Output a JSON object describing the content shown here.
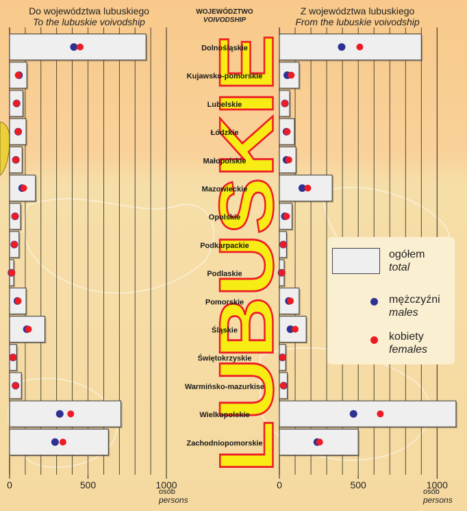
{
  "headers": {
    "left_pl": "Do województwa lubuskiego",
    "left_en": "To the lubuskie voivodship",
    "right_pl": "Z województwa lubuskiego",
    "right_en": "From the lubuskie voivodship",
    "middle_pl": "WOJEWÓDZTWO",
    "middle_en": "VOIVODSHIP"
  },
  "center_title": "LUBUSKIE",
  "unit": {
    "pl": "osób",
    "en": "persons"
  },
  "legend": {
    "total_pl": "ogółem",
    "total_en": "total",
    "males_pl": "mężczyźni",
    "males_en": "males",
    "females_pl": "kobiety",
    "females_en": "females"
  },
  "colors": {
    "males": "#2e3192",
    "females": "#ed1c24",
    "total_bar": "#efefef",
    "center_letters": "#f7ec13",
    "center_outline": "#ed1c24",
    "bg_top": "#f8c98a",
    "bg_bottom": "#f5d9a0"
  },
  "chart_data": [
    {
      "type": "bar",
      "title": "Do województwa lubuskiego / To the lubuskie voivodship",
      "xlabel": "osób / persons",
      "xlim": [
        0,
        1000
      ],
      "x_ticks": [
        0,
        500,
        1000
      ],
      "categories": [
        "Dolnośląskie",
        "Kujawsko-pomorskie",
        "Lubelskie",
        "Łódzkie",
        "Małopolskie",
        "Mazowieckie",
        "Opolskie",
        "Podkarpackie",
        "Podlaskie",
        "Pomorskie",
        "Śląskie",
        "Świętokrzyskie",
        "Warmińsko-mazurkise",
        "Wielkopolskie",
        "Zachodniopomorskie"
      ],
      "series": [
        {
          "name": "ogółem / total",
          "values": [
            870,
            110,
            85,
            105,
            80,
            165,
            70,
            60,
            25,
            105,
            225,
            45,
            75,
            710,
            630
          ]
        },
        {
          "name": "mężczyźni / males",
          "values": [
            410,
            60,
            45,
            55,
            40,
            80,
            35,
            30,
            12,
            50,
            110,
            22,
            38,
            320,
            290
          ]
        },
        {
          "name": "kobiety / females",
          "values": [
            450,
            55,
            45,
            55,
            40,
            90,
            35,
            30,
            14,
            55,
            120,
            23,
            38,
            390,
            340
          ]
        }
      ]
    },
    {
      "type": "bar",
      "title": "Z województwa lubuskiego / From the lubuskie voivodship",
      "xlabel": "osób / persons",
      "xlim": [
        0,
        1000
      ],
      "x_ticks": [
        0,
        500,
        1000
      ],
      "categories": [
        "Dolnośląskie",
        "Kujawsko-pomorskie",
        "Lubelskie",
        "Łódzkie",
        "Małopolskie",
        "Mazowieckie",
        "Opolskie",
        "Podkarpackie",
        "Podlaskie",
        "Pomorskie",
        "Śląskie",
        "Świętokrzyskie",
        "Warmińsko-mazurkise",
        "Wielkopolskie",
        "Zachodniopomorskie"
      ],
      "series": [
        {
          "name": "ogółem / total",
          "values": [
            900,
            125,
            65,
            95,
            105,
            335,
            80,
            45,
            30,
            125,
            170,
            40,
            50,
            1120,
            500
          ]
        },
        {
          "name": "mężczyźni / males",
          "values": [
            395,
            50,
            35,
            45,
            45,
            145,
            35,
            25,
            14,
            60,
            70,
            20,
            27,
            470,
            240
          ]
        },
        {
          "name": "kobiety / females",
          "values": [
            510,
            75,
            35,
            50,
            60,
            180,
            45,
            25,
            16,
            70,
            100,
            22,
            25,
            640,
            255
          ]
        }
      ]
    }
  ]
}
